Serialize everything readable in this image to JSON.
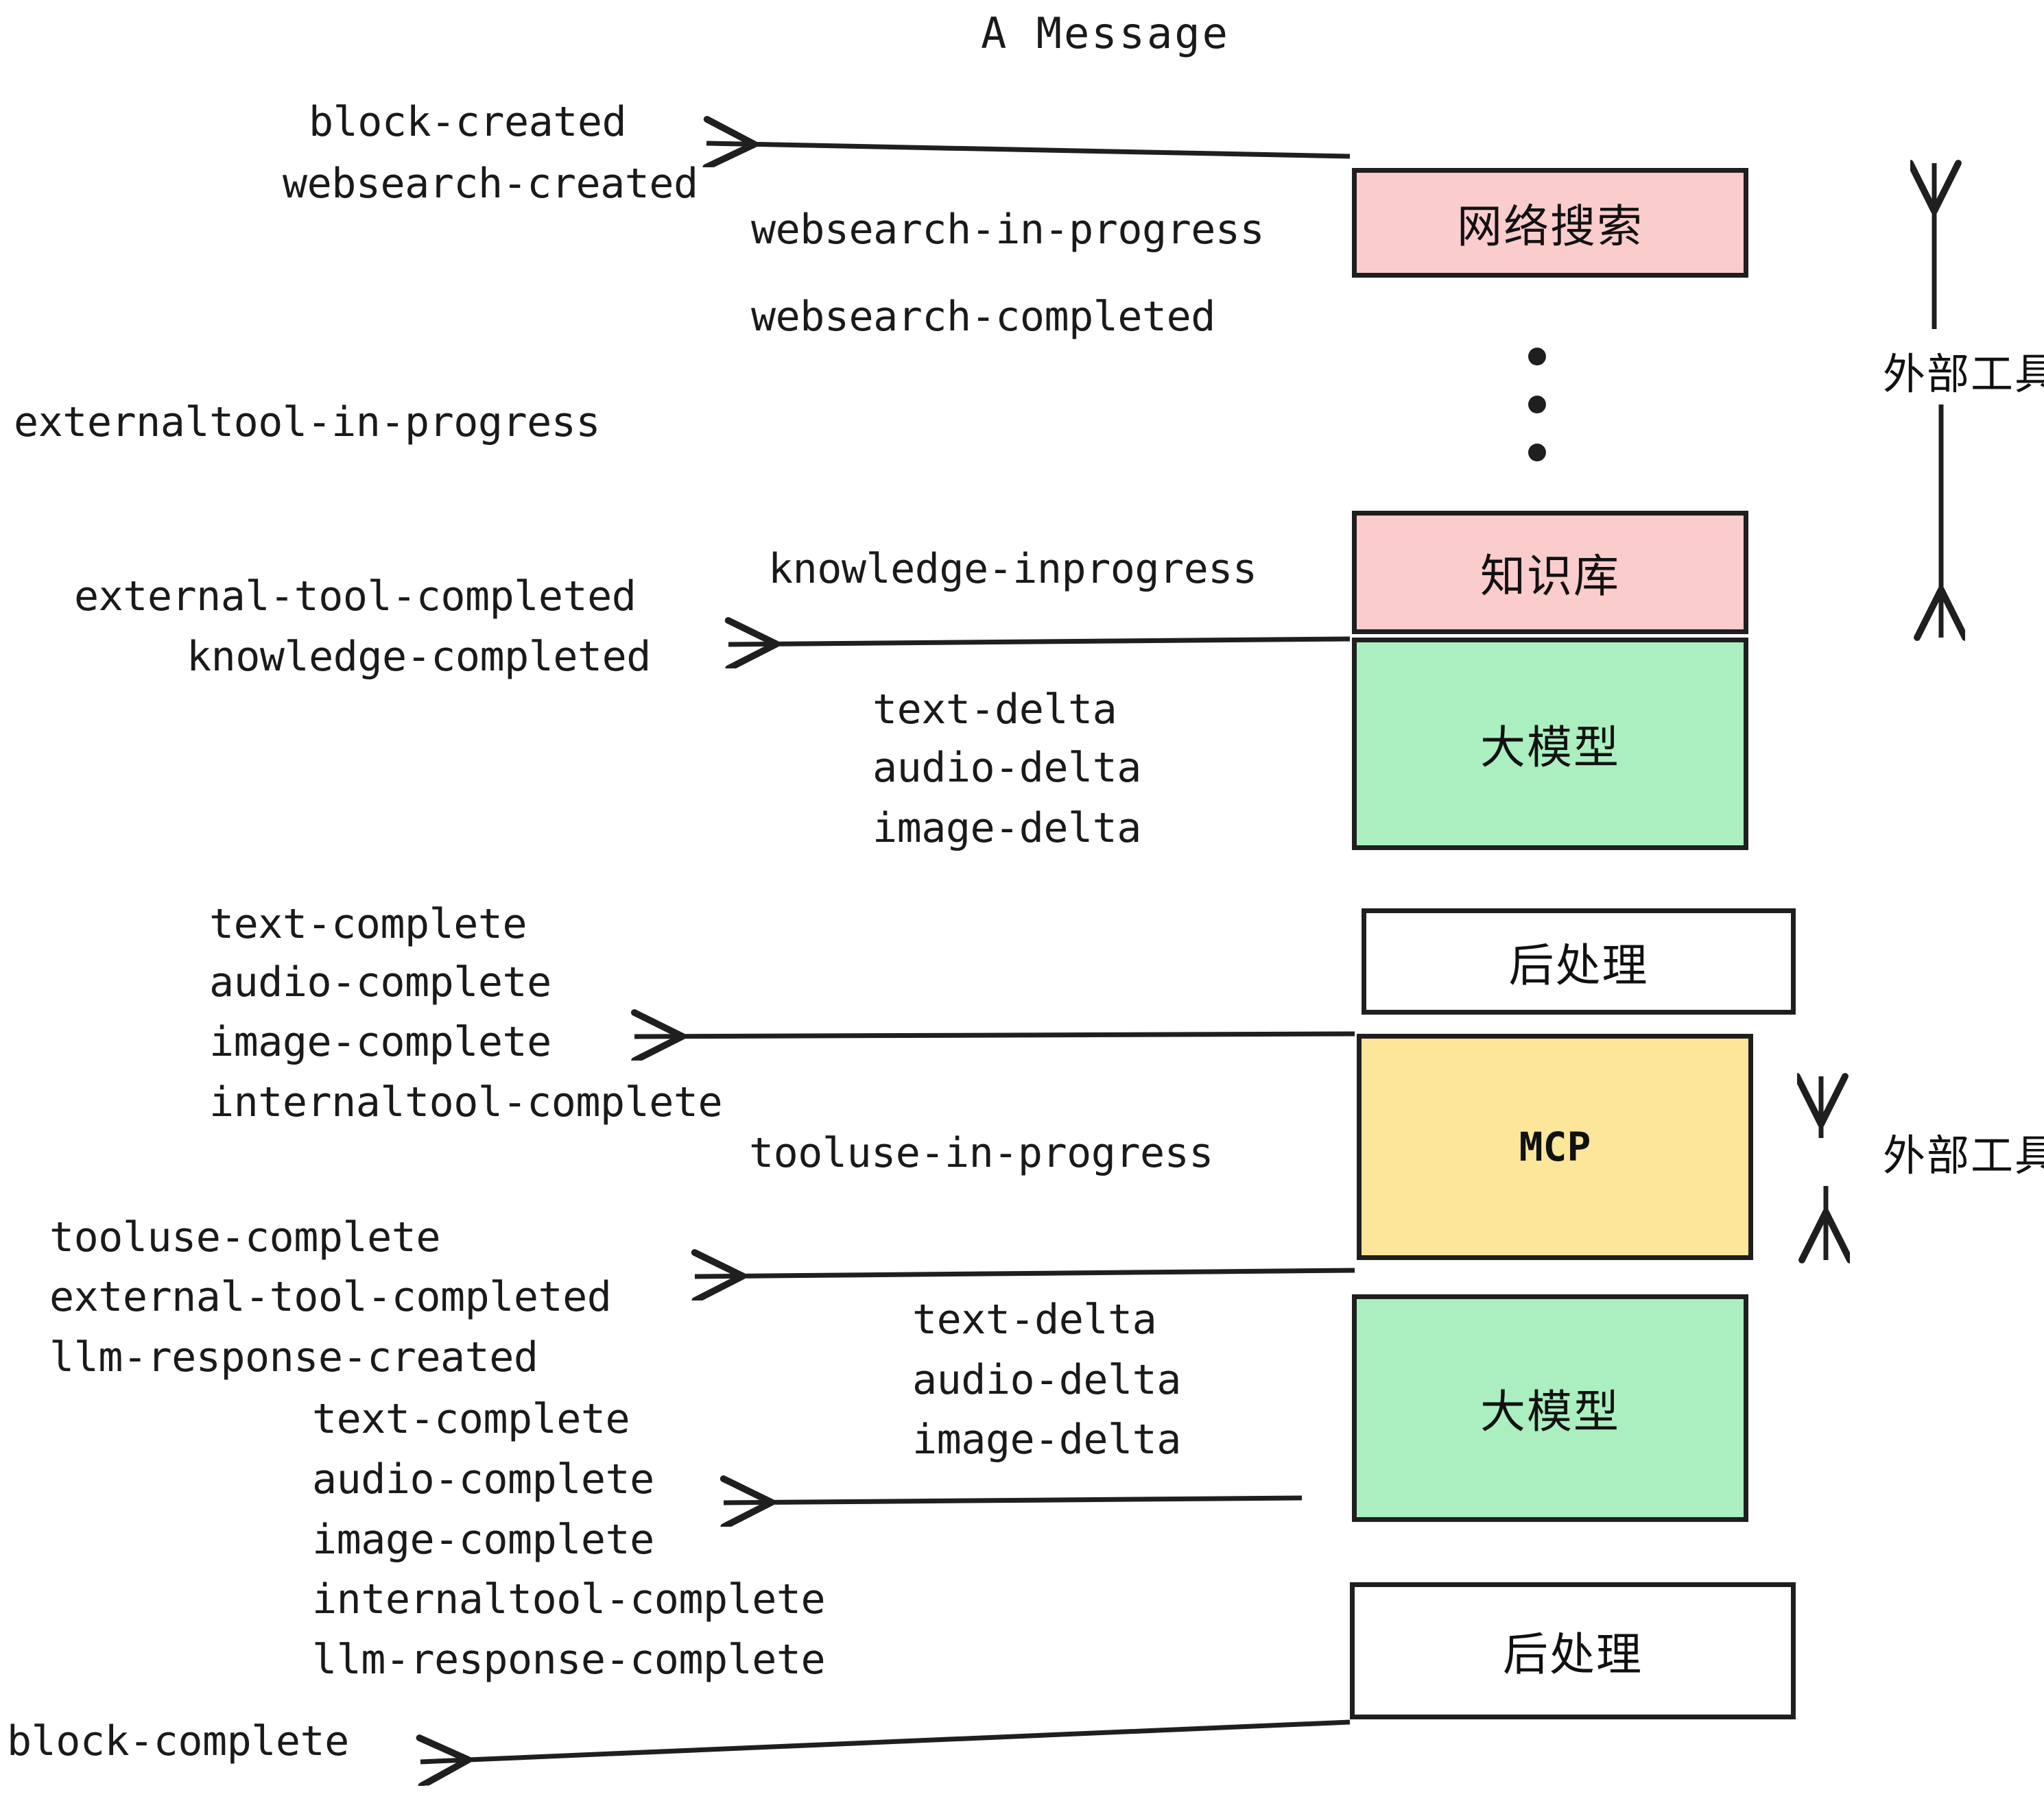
{
  "title": "A Message",
  "events": {
    "block_created": "block-created",
    "websearch_created": "websearch-created",
    "websearch_in_progress": "websearch-in-progress",
    "websearch_completed": "websearch-completed",
    "externaltool_in_progress": "externaltool-in-progress",
    "knowledge_inprogress": "knowledge-inprogress",
    "external_tool_completed_1": "external-tool-completed",
    "knowledge_completed": "knowledge-completed",
    "text_delta_1": "text-delta",
    "audio_delta_1": "audio-delta",
    "image_delta_1": "image-delta",
    "text_complete_1": "text-complete",
    "audio_complete_1": "audio-complete",
    "image_complete_1": "image-complete",
    "internaltool_complete_1": "internaltool-complete",
    "tooluse_in_progress": "tooluse-in-progress",
    "tooluse_complete": "tooluse-complete",
    "external_tool_completed_2": "external-tool-completed",
    "llm_response_created": "llm-response-created",
    "text_delta_2": "text-delta",
    "audio_delta_2": "audio-delta",
    "image_delta_2": "image-delta",
    "text_complete_2": "text-complete",
    "audio_complete_2": "audio-complete",
    "image_complete_2": "image-complete",
    "internaltool_complete_2": "internaltool-complete",
    "llm_response_complete": "llm-response-complete",
    "block_complete": "block-complete"
  },
  "nodes": {
    "websearch": "网络搜索",
    "knowledge": "知识库",
    "llm_1": "大模型",
    "postprocess_1": "后处理",
    "mcp": "MCP",
    "llm_2": "大模型",
    "postprocess_2": "后处理"
  },
  "annotations": {
    "external_tool_top": "外部工具",
    "external_tool_bottom": "外部工具"
  },
  "colors": {
    "pink": "#FBCCCC",
    "green": "#ABEFC0",
    "yellow": "#FBE69A",
    "white": "#FFFFFF",
    "stroke": "#1F1F1F",
    "text": "#1A1A1A"
  }
}
